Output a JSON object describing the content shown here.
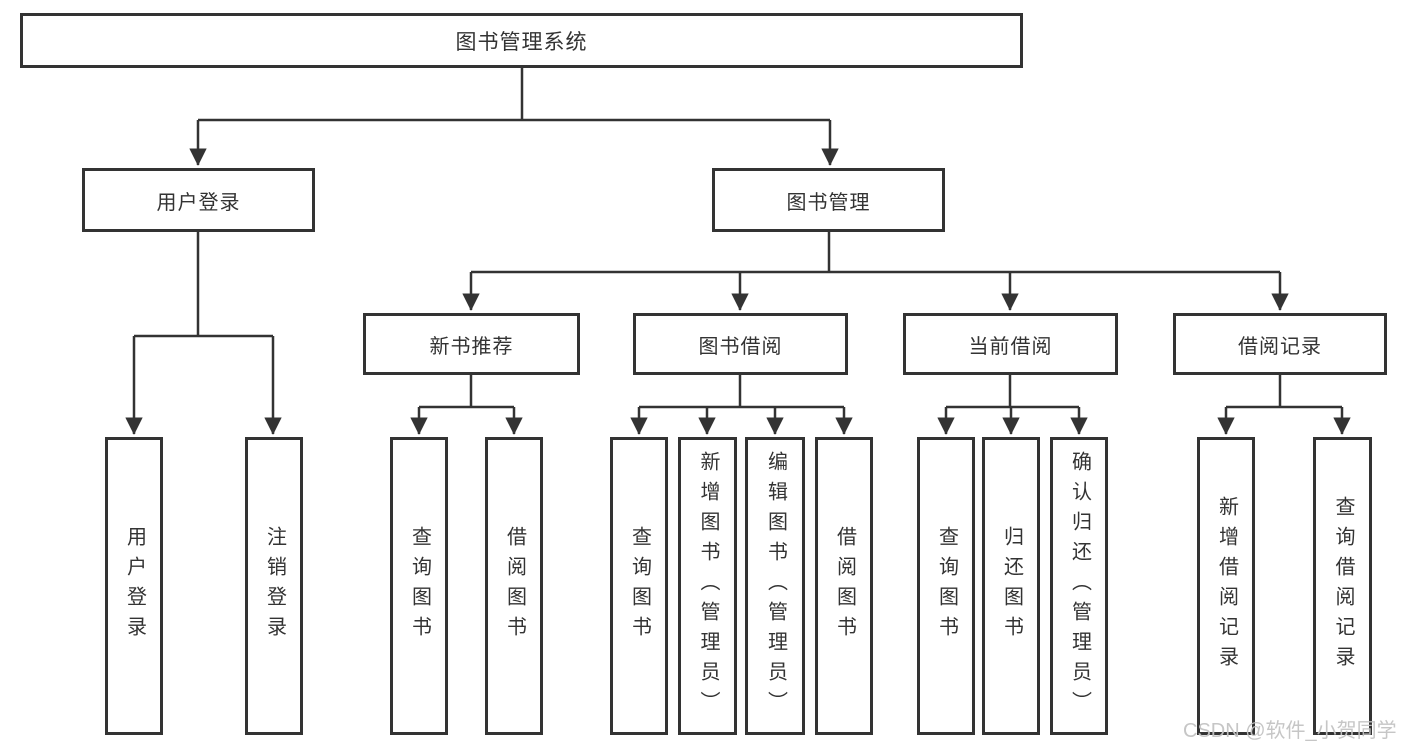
{
  "diagram_type": "hierarchy-tree",
  "nodes": {
    "root": {
      "label": "图书管理系统"
    },
    "branches": [
      {
        "label": "用户登录",
        "children": [
          {
            "label": "用户登录"
          },
          {
            "label": "注销登录"
          }
        ]
      },
      {
        "label": "图书管理",
        "children": [
          {
            "label": "新书推荐",
            "children": [
              {
                "label": "查询图书"
              },
              {
                "label": "借阅图书"
              }
            ]
          },
          {
            "label": "图书借阅",
            "children": [
              {
                "label": "查询图书"
              },
              {
                "label": "新增图书（管理员）"
              },
              {
                "label": "编辑图书（管理员）"
              },
              {
                "label": "借阅图书"
              }
            ]
          },
          {
            "label": "当前借阅",
            "children": [
              {
                "label": "查询图书"
              },
              {
                "label": "归还图书"
              },
              {
                "label": "确认归还（管理员）"
              }
            ]
          },
          {
            "label": "借阅记录",
            "children": [
              {
                "label": "新增借阅记录"
              },
              {
                "label": "查询借阅记录"
              }
            ]
          }
        ]
      }
    ]
  },
  "watermark": {
    "text": "CSDN @软件_小贺同学"
  },
  "colors": {
    "line": "#333333",
    "box_border": "#333333",
    "box_fill": "#ffffff",
    "text": "#333333",
    "watermark": "#c3c3c3",
    "background": "#ffffff"
  }
}
